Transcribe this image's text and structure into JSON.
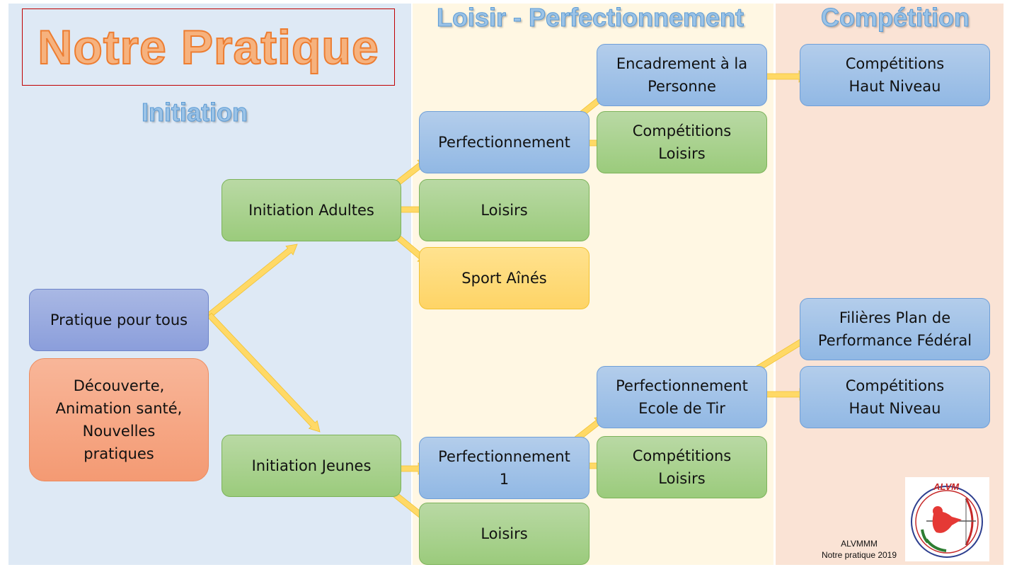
{
  "title": "Notre Pratique",
  "columns": {
    "initiation": "Initiation",
    "loisir": "Loisir - Perfectionnement",
    "competition": "Compétition"
  },
  "boxes": {
    "pratique_pour_tous": "Pratique pour tous",
    "decouverte": "Découverte,\nAnimation santé,\nNouvelles\npratiques",
    "initiation_adultes": "Initiation Adultes",
    "initiation_jeunes": "Initiation Jeunes",
    "perfectionnement": "Perfectionnement",
    "loisirs_adultes": "Loisirs",
    "sport_aines": "Sport Aînés",
    "perfectionnement_1": "Perfectionnement\n1",
    "loisirs_jeunes": "Loisirs",
    "encadrement": "Encadrement à la\nPersonne",
    "competitions_loisirs_adultes": "Compétitions\nLoisirs",
    "perfectionnement_ecole": "Perfectionnement\nEcole de Tir",
    "competitions_loisirs_jeunes": "Compétitions\nLoisirs",
    "competitions_haut_niveau_adultes": "Compétitions\nHaut Niveau",
    "filieres": "Filières Plan de\nPerformance Fédéral",
    "competitions_haut_niveau_jeunes": "Compétitions\nHaut Niveau"
  },
  "logo": {
    "text": "ALVM",
    "icon": "archer-logo-icon"
  },
  "footer": {
    "line1": "ALVMMM",
    "line2": "Notre pratique 2019"
  },
  "colors": {
    "arrow": "#ffd966",
    "box_blue": "#9dc3e6",
    "box_green": "#a9d18e",
    "box_gold": "#ffd966",
    "box_salmon": "#f4a582",
    "title": "#ed7d31",
    "heading": "#5b9bd5"
  }
}
